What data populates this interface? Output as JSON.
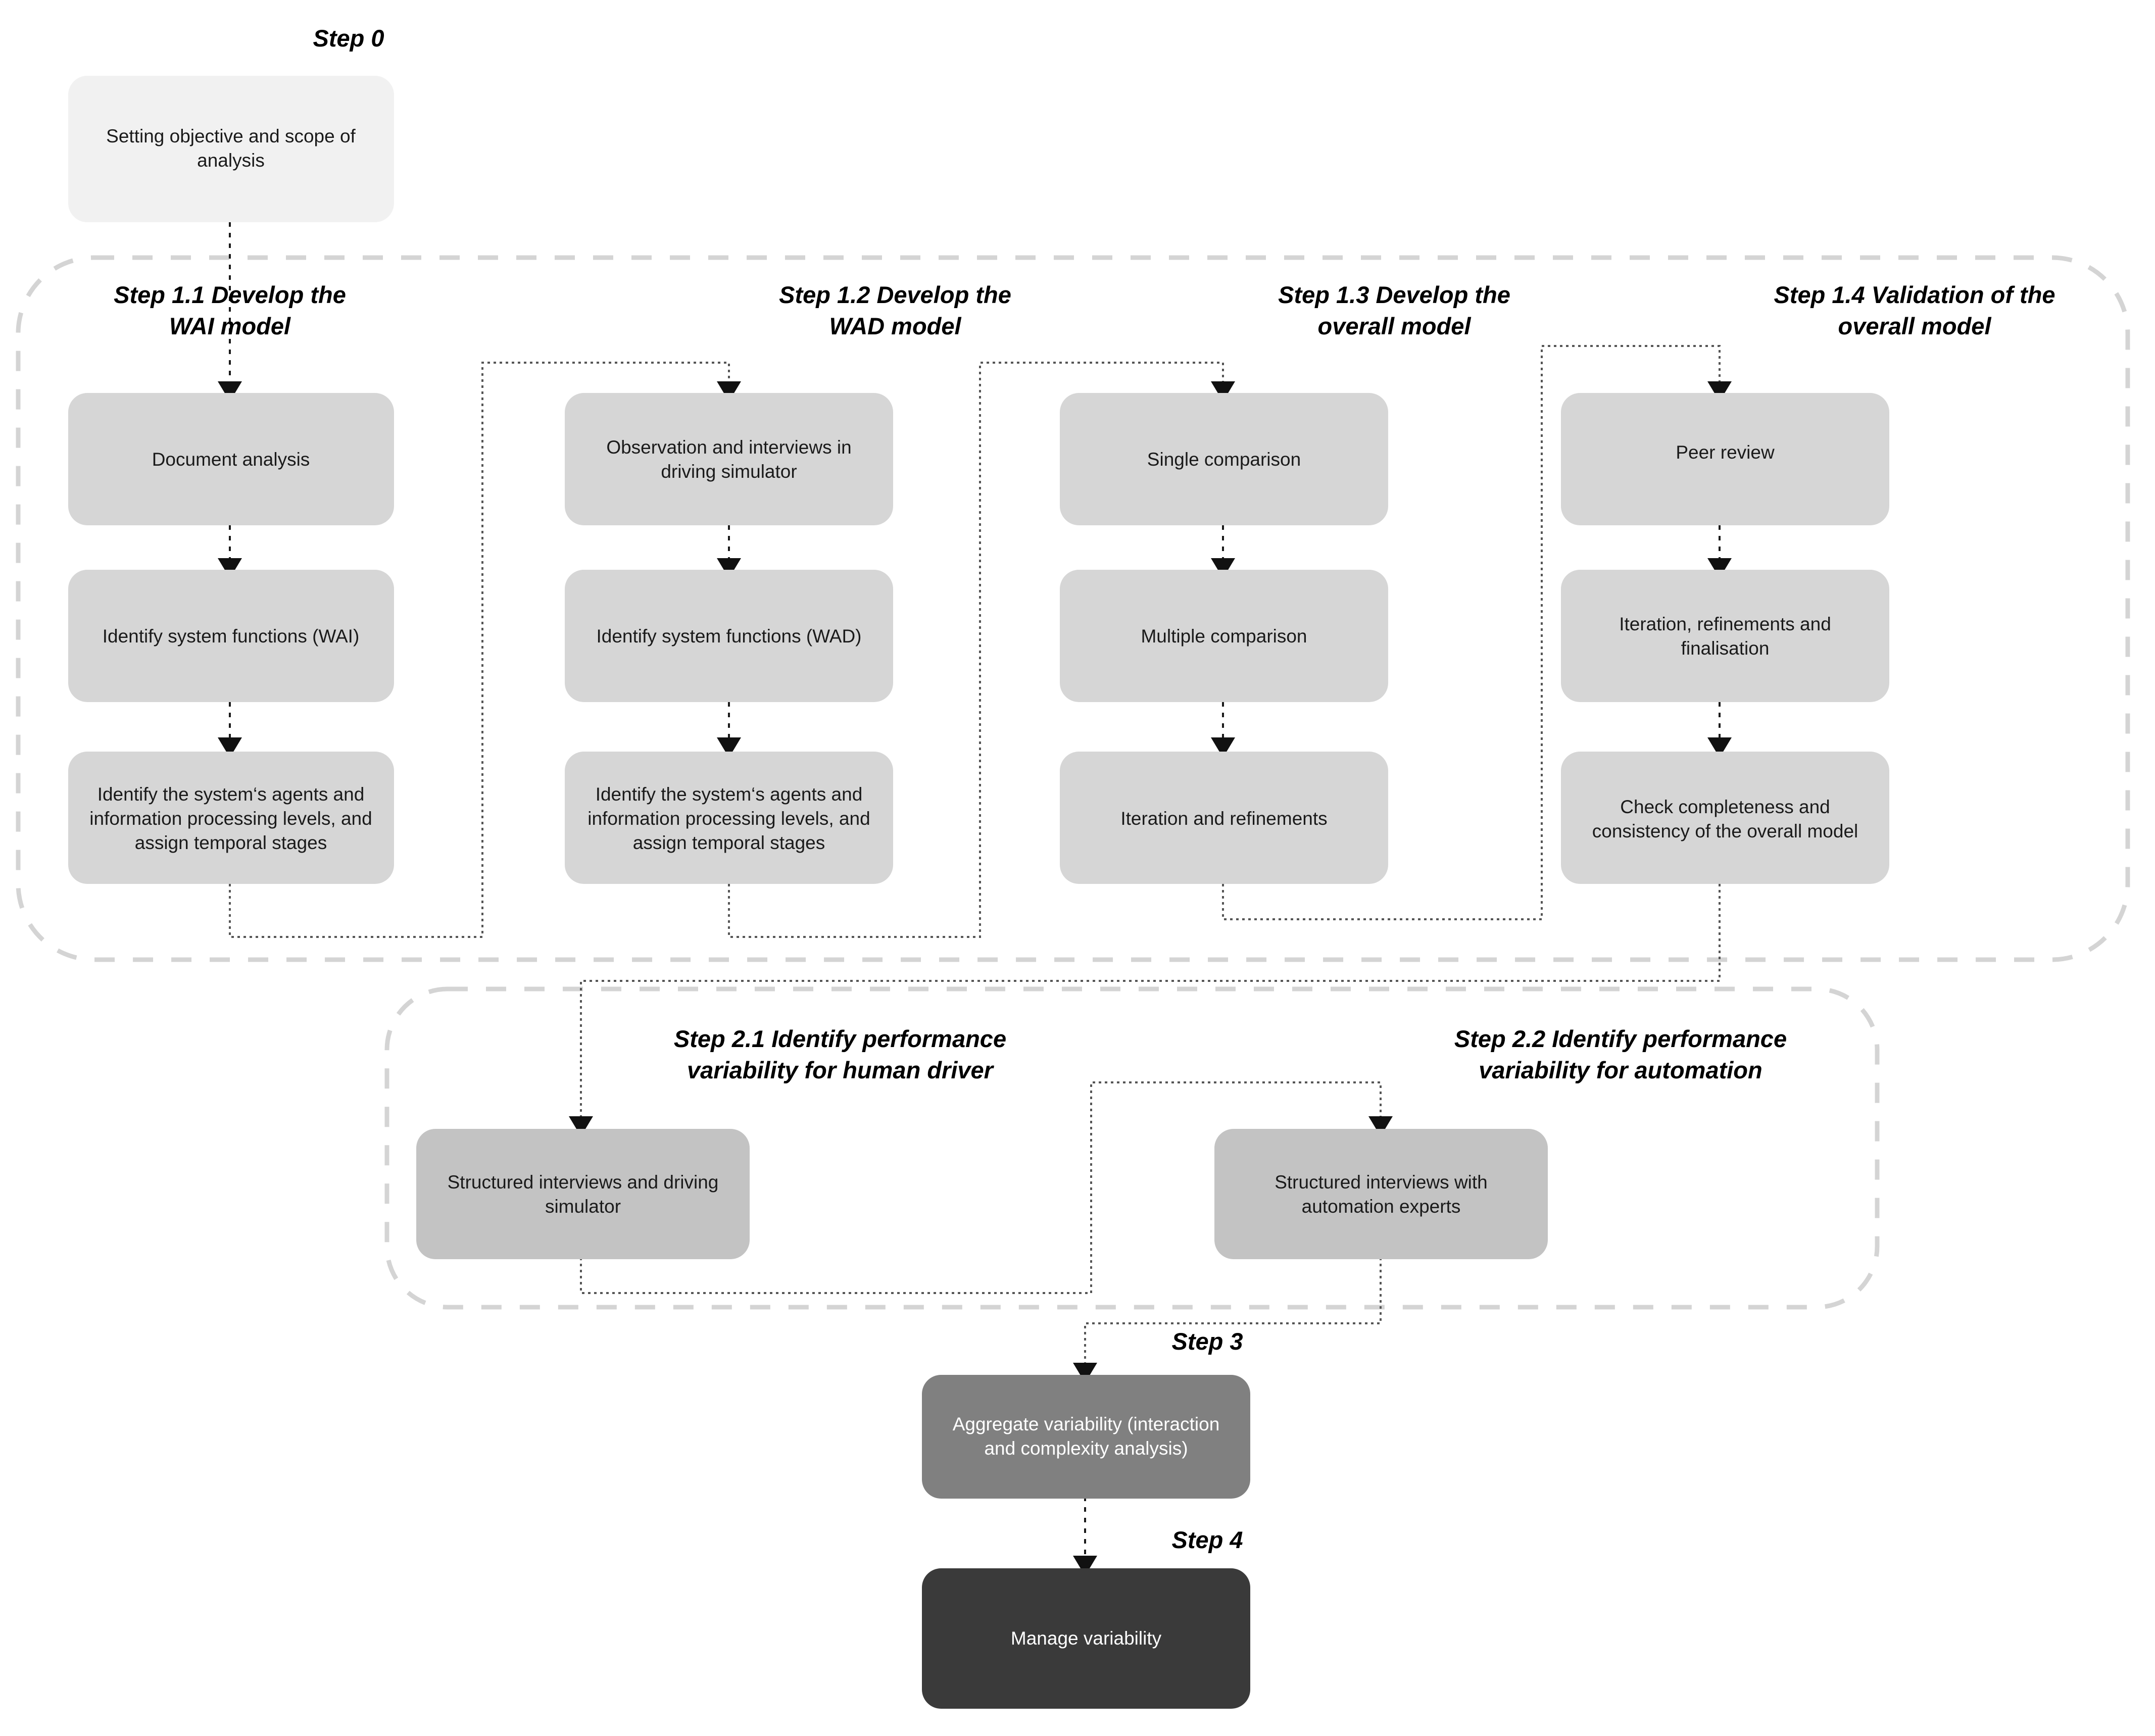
{
  "diagram": {
    "title_texts": {
      "step0": "Step 0",
      "step11": [
        "Step 1.1 Develop the",
        "WAI model"
      ],
      "step12": [
        "Step 1.2 Develop the",
        "WAD model"
      ],
      "step13": [
        "Step 1.3 Develop the",
        "overall model"
      ],
      "step14": [
        "Step 1.4 Validation of the",
        "overall model"
      ],
      "step21": [
        "Step 2.1 Identify performance",
        "variability for human driver"
      ],
      "step22": [
        "Step 2.2 Identify performance",
        "variability for automation"
      ],
      "step3": "Step 3",
      "step4": "Step 4"
    },
    "nodes": {
      "n_step0": {
        "lines": [
          "Setting objective and scope of",
          "analysis"
        ],
        "fill": "#f1f1f1",
        "text_color": "#1a1a1a"
      },
      "n_c1_r1": {
        "lines": [
          "Document analysis"
        ],
        "fill": "#d6d6d6",
        "text_color": "#1a1a1a"
      },
      "n_c1_r2": {
        "lines": [
          "Identify system functions (WAI)"
        ],
        "fill": "#d6d6d6",
        "text_color": "#1a1a1a"
      },
      "n_c1_r3": {
        "lines": [
          "Identify the system‘s agents and",
          "information processing levels, and",
          "assign temporal stages"
        ],
        "fill": "#d6d6d6",
        "text_color": "#1a1a1a"
      },
      "n_c2_r1": {
        "lines": [
          "Observation and interviews in",
          "driving simulator"
        ],
        "fill": "#d6d6d6",
        "text_color": "#1a1a1a"
      },
      "n_c2_r2": {
        "lines": [
          "Identify system functions (WAD)"
        ],
        "fill": "#d6d6d6",
        "text_color": "#1a1a1a"
      },
      "n_c2_r3": {
        "lines": [
          "Identify the system‘s agents and",
          "information processing levels, and",
          "assign temporal stages"
        ],
        "fill": "#d6d6d6",
        "text_color": "#1a1a1a"
      },
      "n_c3_r1": {
        "lines": [
          "Single comparison"
        ],
        "fill": "#d6d6d6",
        "text_color": "#1a1a1a"
      },
      "n_c3_r2": {
        "lines": [
          "Multiple comparison"
        ],
        "fill": "#d6d6d6",
        "text_color": "#1a1a1a"
      },
      "n_c3_r3": {
        "lines": [
          "Iteration and refinements"
        ],
        "fill": "#d6d6d6",
        "text_color": "#1a1a1a"
      },
      "n_c4_r1": {
        "lines": [
          "Peer review"
        ],
        "fill": "#d6d6d6",
        "text_color": "#1a1a1a"
      },
      "n_c4_r2": {
        "lines": [
          "Iteration, refinements and",
          "finalisation"
        ],
        "fill": "#d6d6d6",
        "text_color": "#1a1a1a"
      },
      "n_c4_r3": {
        "lines": [
          "Check completeness and",
          "consistency of the overall model"
        ],
        "fill": "#d6d6d6",
        "text_color": "#1a1a1a"
      },
      "n_s21": {
        "lines": [
          "Structured interviews and driving",
          "simulator"
        ],
        "fill": "#c3c3c3",
        "text_color": "#1a1a1a"
      },
      "n_s22": {
        "lines": [
          "Structured interviews with",
          "automation experts"
        ],
        "fill": "#c3c3c3",
        "text_color": "#1a1a1a"
      },
      "n_step3": {
        "lines": [
          "Aggregate variability (interaction",
          "and complexity analysis)"
        ],
        "fill": "#808080",
        "text_color": "#ffffff"
      },
      "n_step4": {
        "lines": [
          "Manage variability"
        ],
        "fill": "#3a3a3a",
        "text_color": "#ffffff"
      }
    },
    "colors": {
      "group_border": "#d4d4d4",
      "connector": "#1a1a1a",
      "background": "#ffffff"
    },
    "flow_order": [
      "Step 0: Setting objective and scope of analysis",
      "Step 1.1 Develop the WAI model",
      "Step 1.2 Develop the WAD model",
      "Step 1.3 Develop the overall model",
      "Step 1.4 Validation of the overall model",
      "Step 2.1 Identify performance variability for human driver",
      "Step 2.2 Identify performance variability for automation",
      "Step 3: Aggregate variability (interaction and complexity analysis)",
      "Step 4: Manage variability"
    ]
  }
}
